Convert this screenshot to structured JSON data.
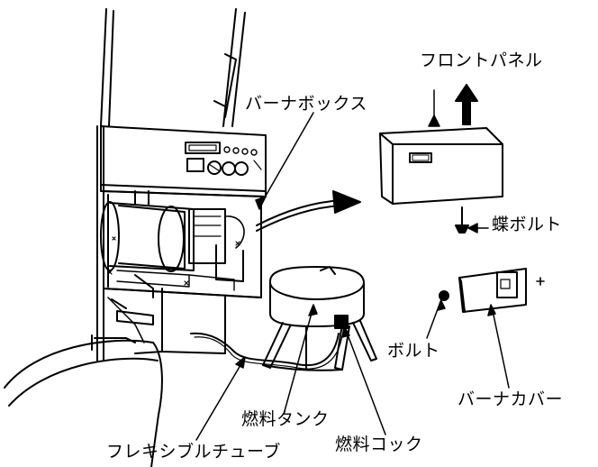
{
  "labels": {
    "front_panel": "フロントパネル",
    "burner_box": "バーナボックス",
    "butterfly_bolt": "蝶ボルト",
    "bolt": "ボルト",
    "burner_cover": "バーナカバー",
    "fuel_tank": "燃料タンク",
    "flexible_tube": "フレキシブルチューブ",
    "fuel_cock": "燃料コック"
  }
}
